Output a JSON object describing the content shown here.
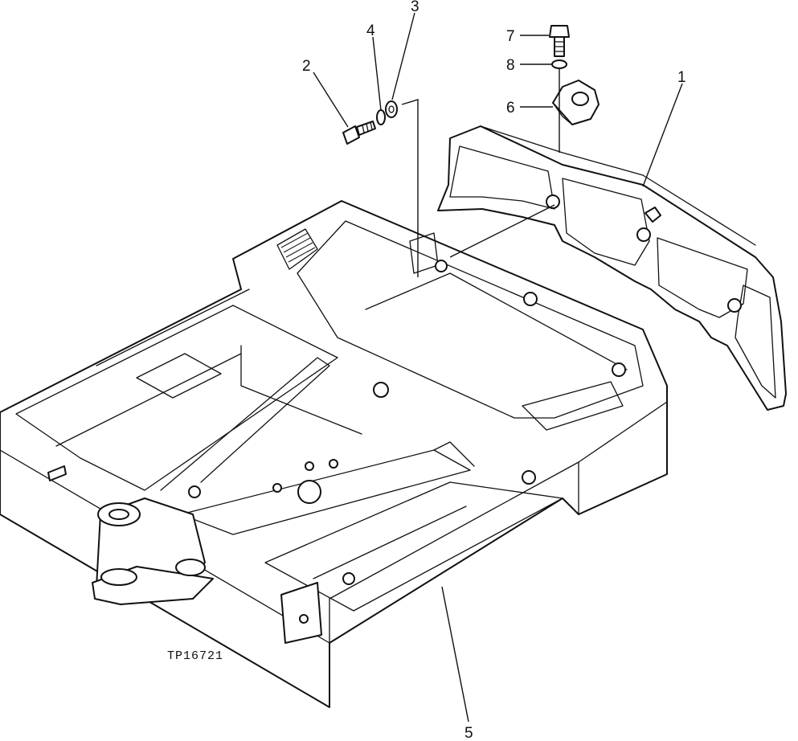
{
  "figure_id": "TP16721",
  "callouts": [
    {
      "id": "1",
      "label": "1"
    },
    {
      "id": "2",
      "label": "2"
    },
    {
      "id": "3",
      "label": "3"
    },
    {
      "id": "4",
      "label": "4"
    },
    {
      "id": "5",
      "label": "5"
    },
    {
      "id": "6",
      "label": "6"
    },
    {
      "id": "7",
      "label": "7"
    },
    {
      "id": "8",
      "label": "8"
    }
  ]
}
